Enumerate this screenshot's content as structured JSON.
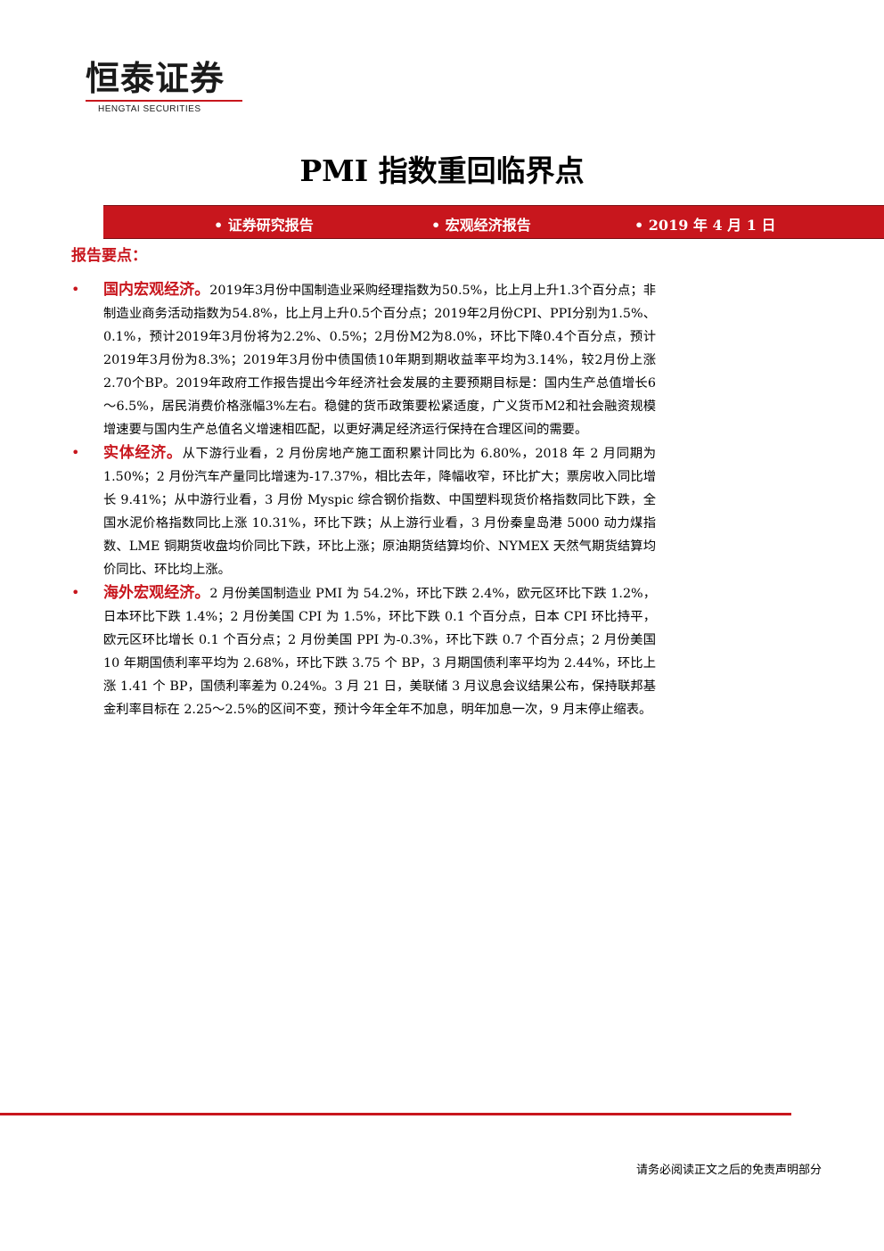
{
  "header": {
    "logo_cn": "恒泰证券",
    "logo_en": "HENGTAI SECURITIES"
  },
  "title": "PMI 指数重回临界点",
  "banner": {
    "item1": "• 证券研究报告",
    "item2": "• 宏观经济报告",
    "item3": "• 2019 年 4 月 1 日"
  },
  "section_title": "报告要点：",
  "bullets": [
    {
      "marker": "•",
      "lead": "国内宏观经济。",
      "text": "2019年3月份中国制造业采购经理指数为50.5%，比上月上升1.3个百分点；非制造业商务活动指数为54.8%，比上月上升0.5个百分点；2019年2月份CPI、PPI分别为1.5%、0.1%，预计2019年3月份将为2.2%、0.5%；2月份M2为8.0%，环比下降0.4个百分点，预计2019年3月份为8.3%；2019年3月份中债国债10年期到期收益率平均为3.14%，较2月份上涨2.70个BP。2019年政府工作报告提出今年经济社会发展的主要预期目标是：国内生产总值增长6～6.5%，居民消费价格涨幅3%左右。稳健的货币政策要松紧适度，广义货币M2和社会融资规模增速要与国内生产总值名义增速相匹配，以更好满足经济运行保持在合理区间的需要。"
    },
    {
      "marker": "•",
      "lead": "实体经济。",
      "text": "从下游行业看，2 月份房地产施工面积累计同比为 6.80%，2018 年 2 月同期为 1.50%；2 月份汽车产量同比增速为-17.37%，相比去年，降幅收窄，环比扩大；票房收入同比增长 9.41%；从中游行业看，3 月份 Myspic 综合钢价指数、中国塑料现货价格指数同比下跌，全国水泥价格指数同比上涨 10.31%，环比下跌；从上游行业看，3 月份秦皇岛港 5000 动力煤指数、LME 铜期货收盘均价同比下跌，环比上涨；原油期货结算均价、NYMEX 天然气期货结算均价同比、环比均上涨。"
    },
    {
      "marker": "•",
      "lead": "海外宏观经济。",
      "text": "2 月份美国制造业 PMI 为 54.2%，环比下跌 2.4%，欧元区环比下跌 1.2%，日本环比下跌 1.4%；2 月份美国 CPI 为 1.5%，环比下跌 0.1 个百分点，日本 CPI 环比持平，欧元区环比增长 0.1 个百分点；2 月份美国 PPI 为-0.3%，环比下跌 0.7 个百分点；2 月份美国 10 年期国债利率平均为 2.68%，环比下跌 3.75 个 BP，3 月期国债利率平均为 2.44%，环比上涨 1.41 个 BP，国债利率差为 0.24%。3 月 21 日，美联储 3 月议息会议结果公布，保持联邦基金利率目标在 2.25～2.5%的区间不变，预计今年全年不加息，明年加息一次，9 月末停止缩表。"
    }
  ],
  "footer": {
    "note": "请务必阅读正文之后的免责声明部分"
  },
  "colors": {
    "brand_red": "#c8161d"
  }
}
